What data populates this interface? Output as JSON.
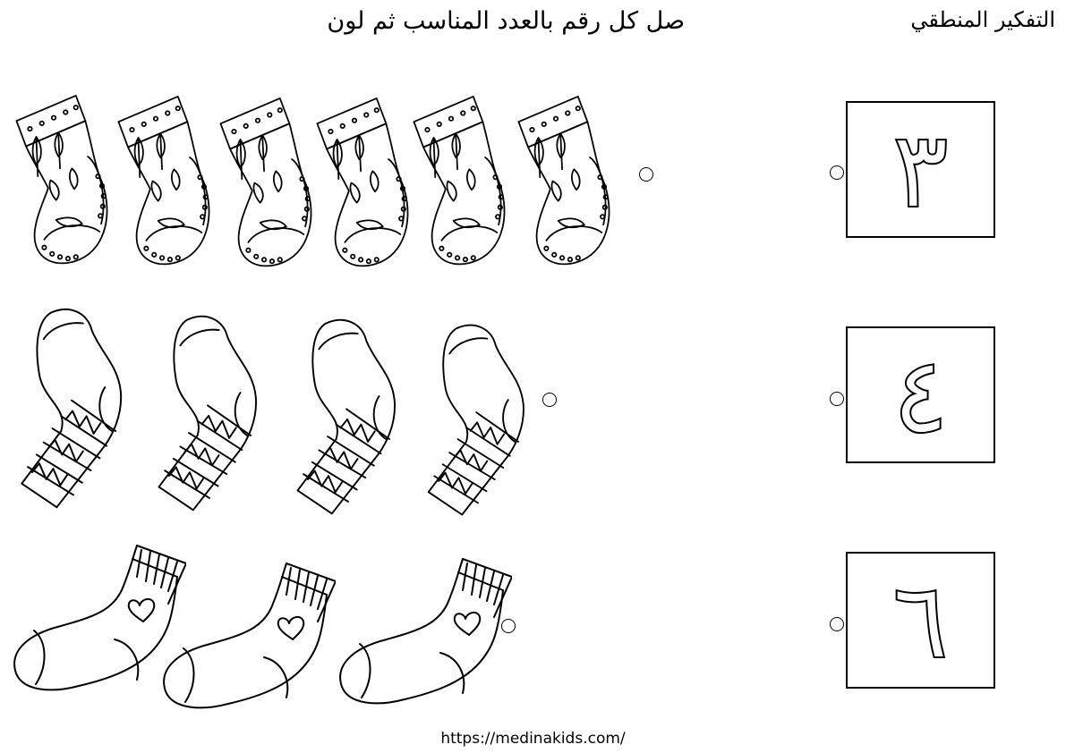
{
  "header": {
    "category": "التفكير المنطقي",
    "instruction": "صل كل رقم بالعدد المناسب ثم لون"
  },
  "rows": [
    {
      "digit": "٣",
      "items_count": 6,
      "item_icon": "christmas-stocking-icon"
    },
    {
      "digit": "٤",
      "items_count": 4,
      "item_icon": "striped-sock-icon"
    },
    {
      "digit": "٦",
      "items_count": 3,
      "item_icon": "heart-sock-icon"
    }
  ],
  "footer": {
    "url": "https://medinakids.com/"
  }
}
